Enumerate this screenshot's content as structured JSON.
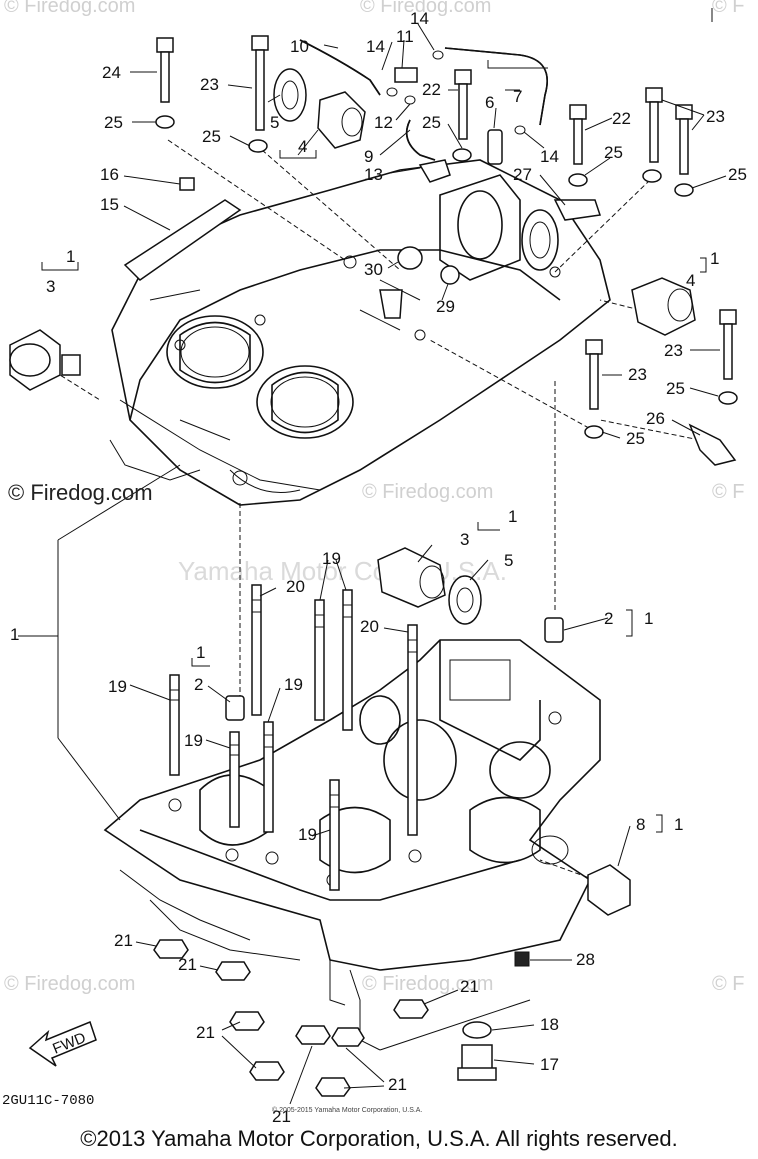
{
  "watermarks": {
    "site": "© Firedog.com",
    "site_short": "© Firedog.com",
    "corner": "© F",
    "manufacturer": "Yamaha Motor Corp., U.S.A."
  },
  "callouts": {
    "c1": "1",
    "c2": "2",
    "c3": "3",
    "c4": "4",
    "c5": "5",
    "c6": "6",
    "c7": "7",
    "c8": "8",
    "c9": "9",
    "c10": "10",
    "c11": "11",
    "c12": "12",
    "c13": "13",
    "c14": "14",
    "c15": "15",
    "c16": "16",
    "c17": "17",
    "c18": "18",
    "c19": "19",
    "c20": "20",
    "c21": "21",
    "c22": "22",
    "c23": "23",
    "c24": "24",
    "c25": "25",
    "c26": "26",
    "c27": "27",
    "c28": "28",
    "c29": "29",
    "c30": "30"
  },
  "fwd_label": "FWD",
  "diagram_code": "2GU11C-7080",
  "copyright_small": "© 2005-2015 Yamaha Motor Corporation, U.S.A.",
  "copyright_main": "©2013 Yamaha Motor Corporation, U.S.A. All rights reserved.",
  "colors": {
    "line": "#111111",
    "watermark": "#d0d0d0",
    "background": "#ffffff"
  }
}
